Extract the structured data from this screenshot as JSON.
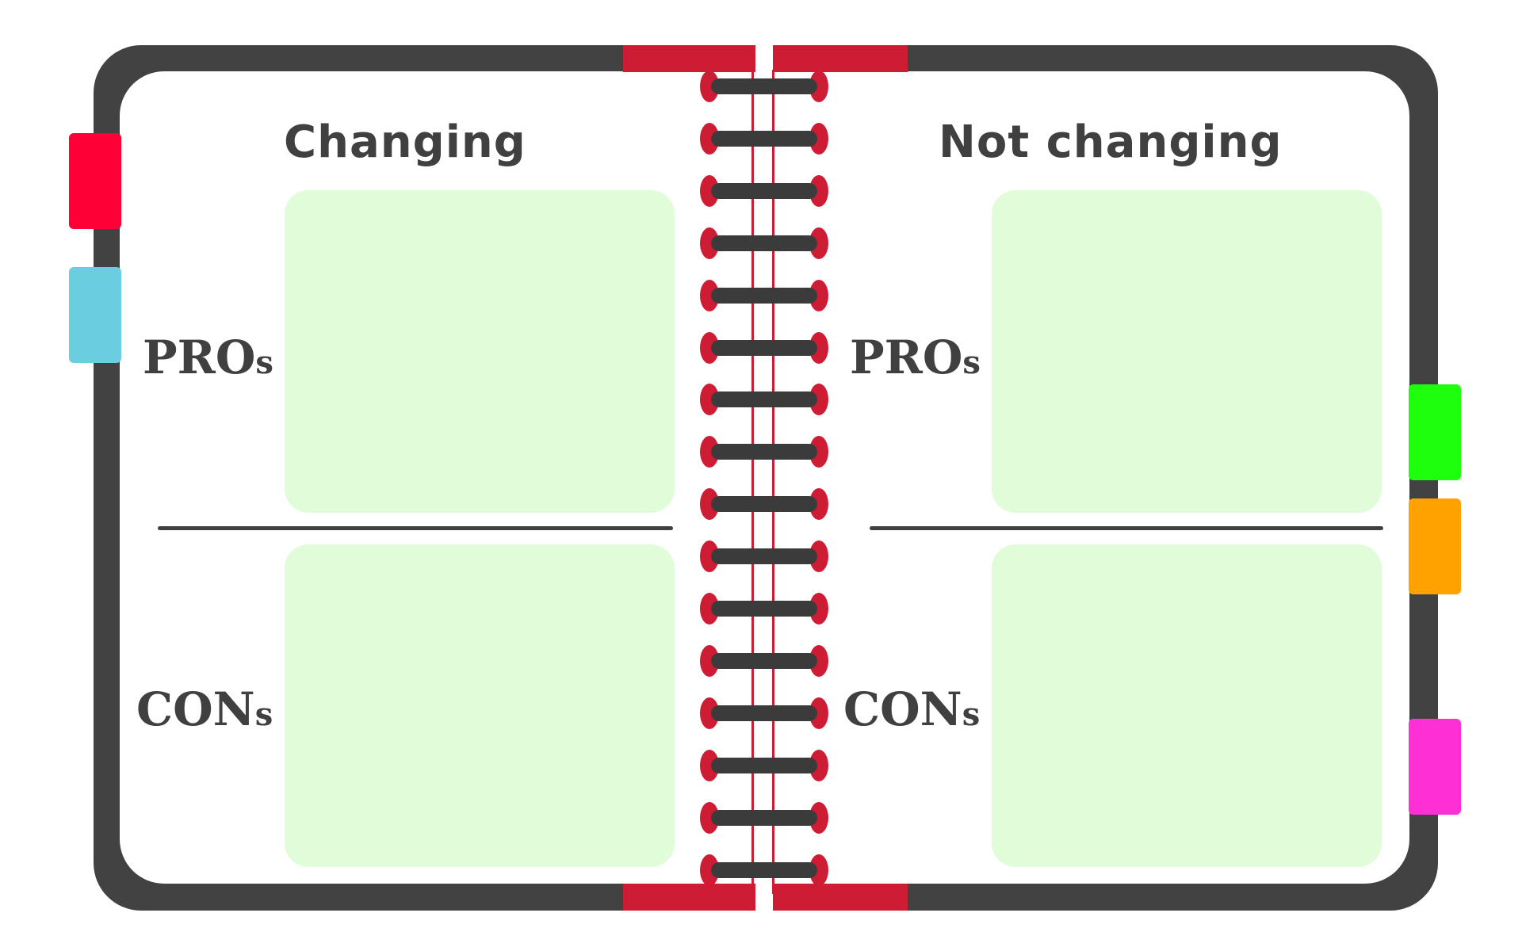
{
  "left_page": {
    "heading": "Changing",
    "pros_label": "PRO",
    "pros_suffix": "s",
    "cons_label": "CON",
    "cons_suffix": "s"
  },
  "right_page": {
    "heading": "Not changing",
    "pros_label": "PRO",
    "pros_suffix": "s",
    "cons_label": "CON",
    "cons_suffix": "s"
  },
  "colors": {
    "cover": "#424242",
    "binding_accent": "#cf1c35",
    "box_fill": "#e0fcd9",
    "tab_red": "#ff0036",
    "tab_blue": "#6acde0",
    "tab_green": "#1dff0c",
    "tab_orange": "#ffa200",
    "tab_magenta": "#ff2fd6"
  }
}
